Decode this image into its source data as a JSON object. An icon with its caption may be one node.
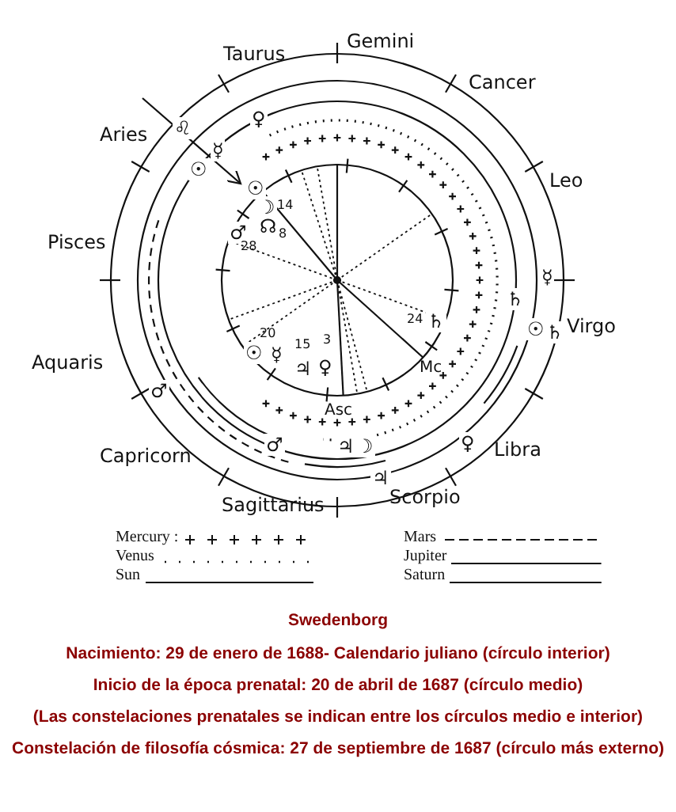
{
  "diagram": {
    "title": "Swedenborg",
    "labels": [
      "Taurus",
      "Gemini",
      "Cancer",
      "♀",
      "Aries",
      "♌",
      "☿",
      "☉",
      "☉",
      "Leo",
      "☽",
      "14",
      "☊",
      "8",
      "♂",
      "28",
      "Pisces",
      "☿",
      "♄",
      "24",
      "♄",
      "☉",
      "♄",
      "Virgo",
      "20",
      "☉",
      "☿",
      "15",
      "♃",
      "3",
      "♀",
      "Mc",
      "Aquaris",
      "♂",
      "Asc",
      "♂",
      "♃",
      "☽",
      "♀",
      "Libra",
      "Capricorn",
      "♃",
      "Sagittarius",
      "Scorpio",
      "Nacimiento: 29 de enero de 1688- Calendario juliano (círculo interior)",
      "Inicio de la época prenatal: 20 de abril de 1687 (círculo medio)",
      "(Las constelaciones prenatales se indican entre los círculos medio e interior)",
      "Constelación de filosofía cósmica: 27 de septiembre de 1687 (círculo más externo)"
    ],
    "legend": [
      {
        "text": "Mercury :"
      },
      {
        "text": "Venus"
      },
      {
        "text": "Sun"
      },
      {
        "text": "Mars"
      },
      {
        "text": "Jupiter"
      },
      {
        "text": "Saturn"
      }
    ]
  }
}
